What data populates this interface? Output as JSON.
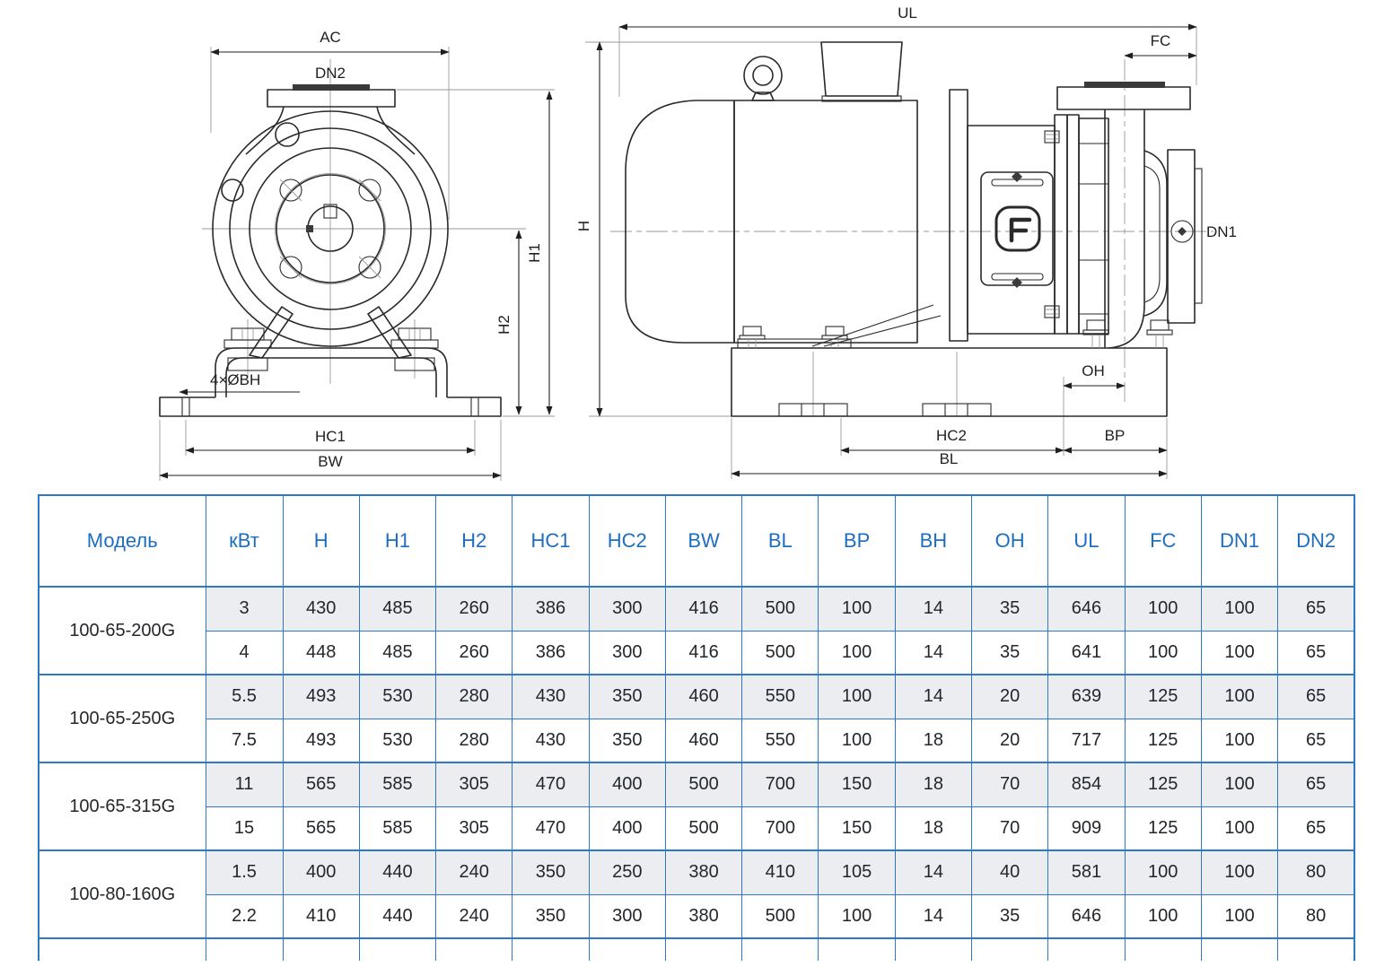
{
  "colors": {
    "table_border": "#2e79c7",
    "header_text": "#1d6ec0",
    "row_stripe": "#ebedf0",
    "drawing_line": "#2a2a2a"
  },
  "drawing": {
    "front_view": {
      "labels": {
        "ac": "AC",
        "dn2": "DN2",
        "h1": "H1",
        "h2": "H2",
        "hc1": "HC1",
        "bw": "BW",
        "holes": "4×ØBH"
      }
    },
    "side_view": {
      "labels": {
        "ul": "UL",
        "fc": "FC",
        "h": "H",
        "dn1": "DN1",
        "oh": "OH",
        "hc2": "HC2",
        "bp": "BP",
        "bl": "BL"
      }
    }
  },
  "table": {
    "headers": [
      "Модель",
      "кВт",
      "H",
      "H1",
      "H2",
      "HC1",
      "HC2",
      "BW",
      "BL",
      "BP",
      "BH",
      "OH",
      "UL",
      "FC",
      "DN1",
      "DN2"
    ],
    "groups": [
      {
        "model": "100-65-200G",
        "rows": [
          [
            "3",
            "430",
            "485",
            "260",
            "386",
            "300",
            "416",
            "500",
            "100",
            "14",
            "35",
            "646",
            "100",
            "100",
            "65"
          ],
          [
            "4",
            "448",
            "485",
            "260",
            "386",
            "300",
            "416",
            "500",
            "100",
            "14",
            "35",
            "641",
            "100",
            "100",
            "65"
          ]
        ]
      },
      {
        "model": "100-65-250G",
        "rows": [
          [
            "5.5",
            "493",
            "530",
            "280",
            "430",
            "350",
            "460",
            "550",
            "100",
            "14",
            "20",
            "639",
            "125",
            "100",
            "65"
          ],
          [
            "7.5",
            "493",
            "530",
            "280",
            "430",
            "350",
            "460",
            "550",
            "100",
            "18",
            "20",
            "717",
            "125",
            "100",
            "65"
          ]
        ]
      },
      {
        "model": "100-65-315G",
        "rows": [
          [
            "11",
            "565",
            "585",
            "305",
            "470",
            "400",
            "500",
            "700",
            "150",
            "18",
            "70",
            "854",
            "125",
            "100",
            "65"
          ],
          [
            "15",
            "565",
            "585",
            "305",
            "470",
            "400",
            "500",
            "700",
            "150",
            "18",
            "70",
            "909",
            "125",
            "100",
            "65"
          ]
        ]
      },
      {
        "model": "100-80-160G",
        "rows": [
          [
            "1.5",
            "400",
            "440",
            "240",
            "350",
            "250",
            "380",
            "410",
            "105",
            "14",
            "40",
            "581",
            "100",
            "100",
            "80"
          ],
          [
            "2.2",
            "410",
            "440",
            "240",
            "350",
            "300",
            "380",
            "500",
            "100",
            "14",
            "35",
            "646",
            "100",
            "100",
            "80"
          ]
        ]
      }
    ]
  }
}
